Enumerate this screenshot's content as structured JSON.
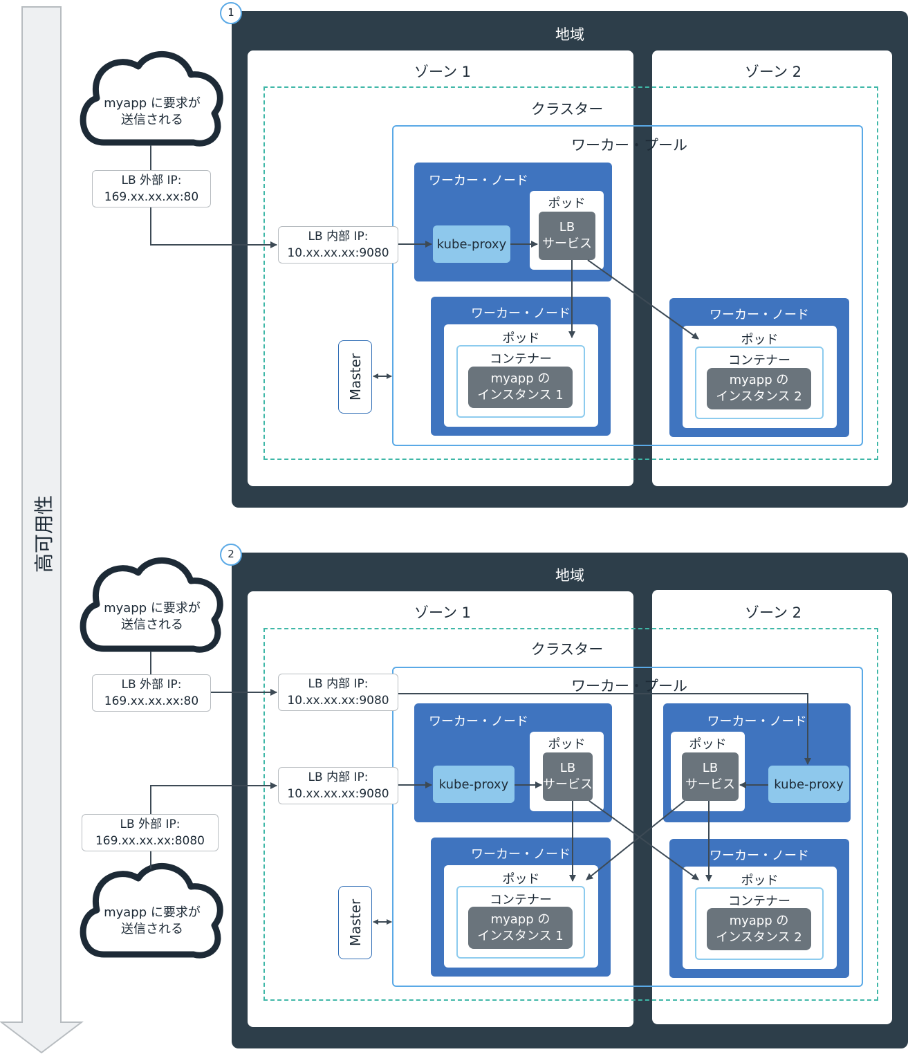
{
  "availability_label": "高可用性",
  "diagram1": {
    "badge": "1",
    "region": "地域",
    "zone1": "ゾーン 1",
    "zone2": "ゾーン 2",
    "cluster": "クラスター",
    "pool": "ワーカー・プール",
    "cloud": {
      "line1": "myapp に要求が",
      "line2": "送信される"
    },
    "lb_external": {
      "line1": "LB 外部 IP:",
      "line2": "169.xx.xx.xx:80"
    },
    "lb_internal": {
      "line1": "LB 内部 IP:",
      "line2": "10.xx.xx.xx:9080"
    },
    "node_top": "ワーカー・ノード",
    "kube_proxy": "kube-proxy",
    "pod": "ポッド",
    "lb_service": {
      "line1": "LB",
      "line2": "サービス"
    },
    "node_left": "ワーカー・ノード",
    "node_right": "ワーカー・ノード",
    "container": "コンテナー",
    "app1": {
      "line1": "myapp の",
      "line2": "インスタンス 1"
    },
    "app2": {
      "line1": "myapp の",
      "line2": "インスタンス 2"
    },
    "master": "Master"
  },
  "diagram2": {
    "badge": "2",
    "region": "地域",
    "zone1": "ゾーン 1",
    "zone2": "ゾーン 2",
    "cluster": "クラスター",
    "pool": "ワーカー・プール",
    "cloud_top": {
      "line1": "myapp に要求が",
      "line2": "送信される"
    },
    "cloud_bottom": {
      "line1": "myapp に要求が",
      "line2": "送信される"
    },
    "lb_external_a": {
      "line1": "LB 外部 IP:",
      "line2": "169.xx.xx.xx:80"
    },
    "lb_external_b": {
      "line1": "LB 外部 IP:",
      "line2": "169.xx.xx.xx:8080"
    },
    "lb_internal_a": {
      "line1": "LB 内部 IP:",
      "line2": "10.xx.xx.xx:9080"
    },
    "lb_internal_b": {
      "line1": "LB 内部 IP:",
      "line2": "10.xx.xx.xx:9080"
    },
    "node_top_left": "ワーカー・ノード",
    "node_top_right": "ワーカー・ノード",
    "node_bottom_left": "ワーカー・ノード",
    "node_bottom_right": "ワーカー・ノード",
    "kube_proxy": "kube-proxy",
    "pod": "ポッド",
    "lb_service": {
      "line1": "LB",
      "line2": "サービス"
    },
    "container": "コンテナー",
    "app1": {
      "line1": "myapp の",
      "line2": "インスタンス 1"
    },
    "app2": {
      "line1": "myapp の",
      "line2": "インスタンス 2"
    },
    "master": "Master"
  }
}
